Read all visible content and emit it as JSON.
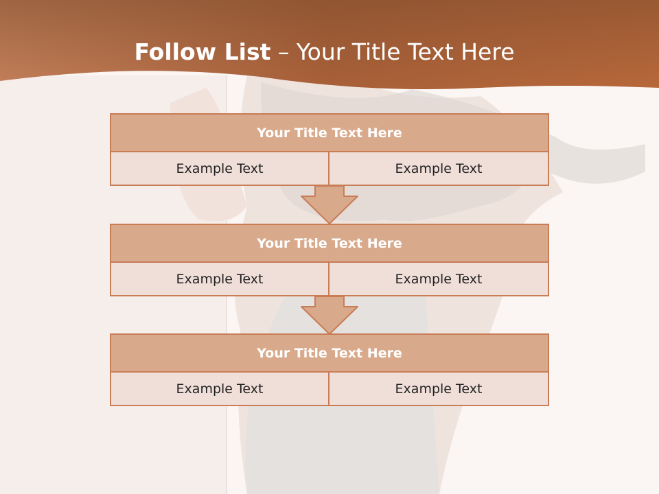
{
  "slide": {
    "title_bold": "Follow List",
    "title_rest": "– Your Title Text Here"
  },
  "blocks": [
    {
      "title": "Your Title Text Here",
      "left": "Example Text",
      "right": "Example Text"
    },
    {
      "title": "Your Title Text Here",
      "left": "Example Text",
      "right": "Example Text"
    },
    {
      "title": "Your Title Text Here",
      "left": "Example Text",
      "right": "Example Text"
    }
  ],
  "colors": {
    "banner": "#b87048",
    "block_title": "#d8a98a",
    "block_cell": "#f0dfd8",
    "border": "#c87d57"
  }
}
